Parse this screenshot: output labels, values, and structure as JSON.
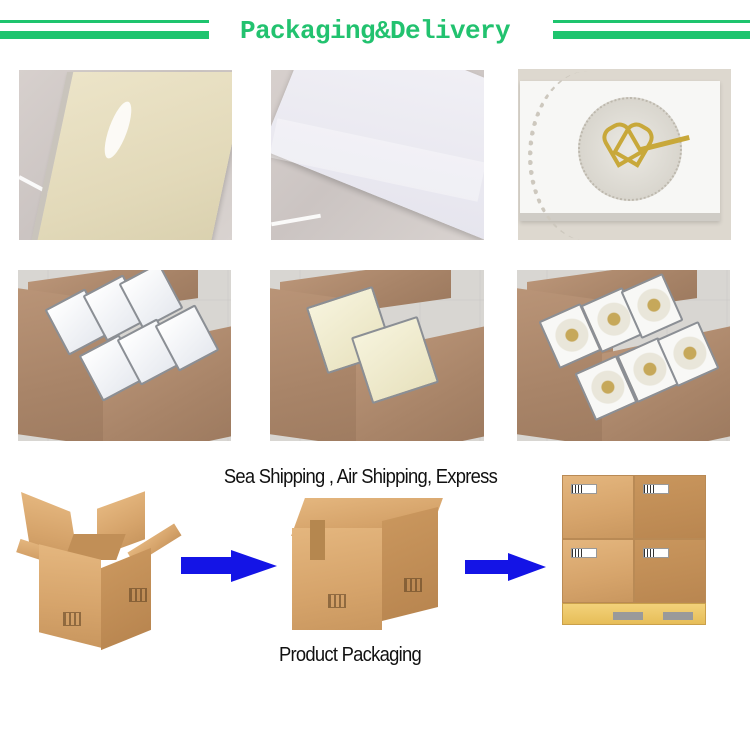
{
  "header": {
    "title": "Packaging&Delivery",
    "accent_color": "#1ec46e"
  },
  "gallery": {
    "row1": [
      {
        "alt": "cream paper stack wrapped in plastic"
      },
      {
        "alt": "white paper stack in plastic wrap"
      },
      {
        "alt": "white card with gold embossed heart and key lace design"
      }
    ],
    "row2": [
      {
        "alt": "carton box packed with six white wrapped packs"
      },
      {
        "alt": "carton box packed with cream card stacks"
      },
      {
        "alt": "carton box packed with six embossed card packs"
      }
    ]
  },
  "shipping": {
    "methods_label": "Sea Shipping , Air Shipping, Express",
    "packaging_label": "Product Packaging",
    "arrow_color": "#1414e6",
    "steps": [
      {
        "name": "open-carton"
      },
      {
        "name": "sealed-carton"
      },
      {
        "name": "palletized-cartons"
      }
    ]
  }
}
